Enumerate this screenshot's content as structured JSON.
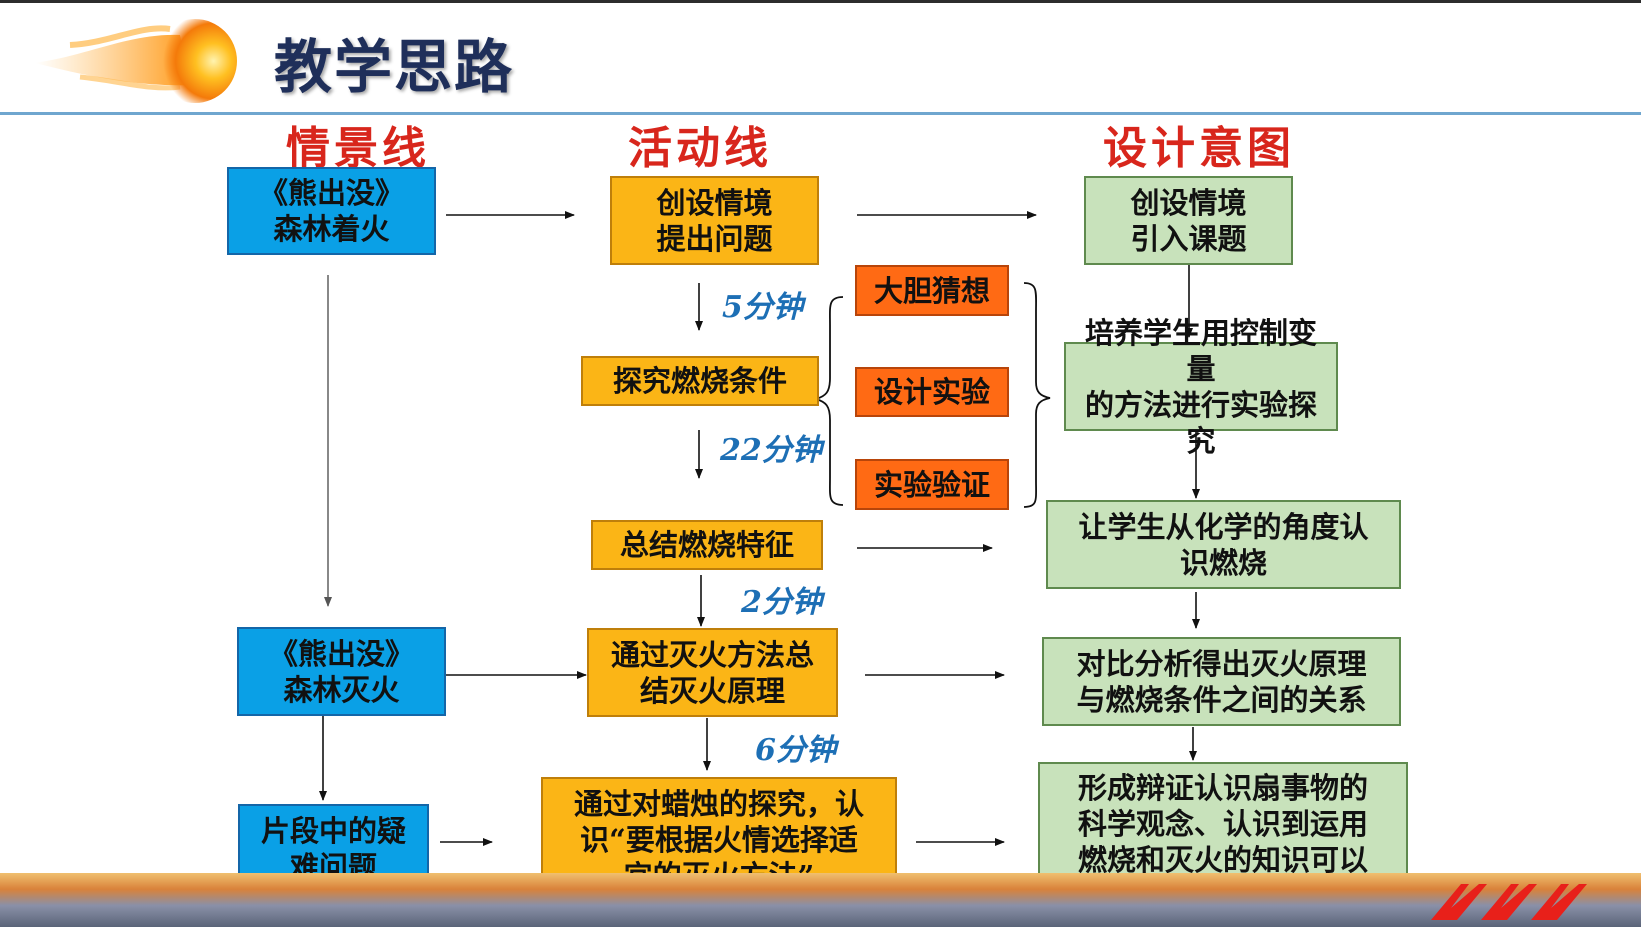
{
  "title": "教学思路",
  "columns": {
    "scenario": "情景线",
    "activity": "活动线",
    "intent": "设计意图"
  },
  "scenario_boxes": [
    "《熊出没》\n森林着火",
    "《熊出没》\n森林灭火",
    "片段中的疑\n难问题"
  ],
  "activity_boxes": [
    "创设情境\n提出问题",
    "探究燃烧条件",
    "总结燃烧特征",
    "通过灭火方法总\n结灭火原理",
    "通过对蜡烛的探究，认\n识“要根据火情选择适\n宜的灭火方法”"
  ],
  "sub_steps": [
    "大胆猜想",
    "设计实验",
    "实验验证"
  ],
  "durations": [
    "5分钟",
    "22分钟",
    "2分钟",
    "6分钟"
  ],
  "intent_boxes": [
    "创设情境\n引入课题",
    "培养学生用控制变量\n的方法进行实验探究",
    "让学生从化学的角度认\n识燃烧",
    "对比分析得出灭火原理\n与燃烧条件之间的关系",
    "形成辩证认识扇事物的\n科学观念、认识到运用\n燃烧和灭火的知识可以\n掌控火"
  ],
  "colors": {
    "scenario": "#0aa0e6",
    "activity": "#fbb516",
    "sub_step": "#ff6a14",
    "intent": "#c8e2bb",
    "heading": "#d8261c",
    "duration": "#1d6fb5"
  },
  "icons": [
    "fireball-icon",
    "logo-icon"
  ]
}
